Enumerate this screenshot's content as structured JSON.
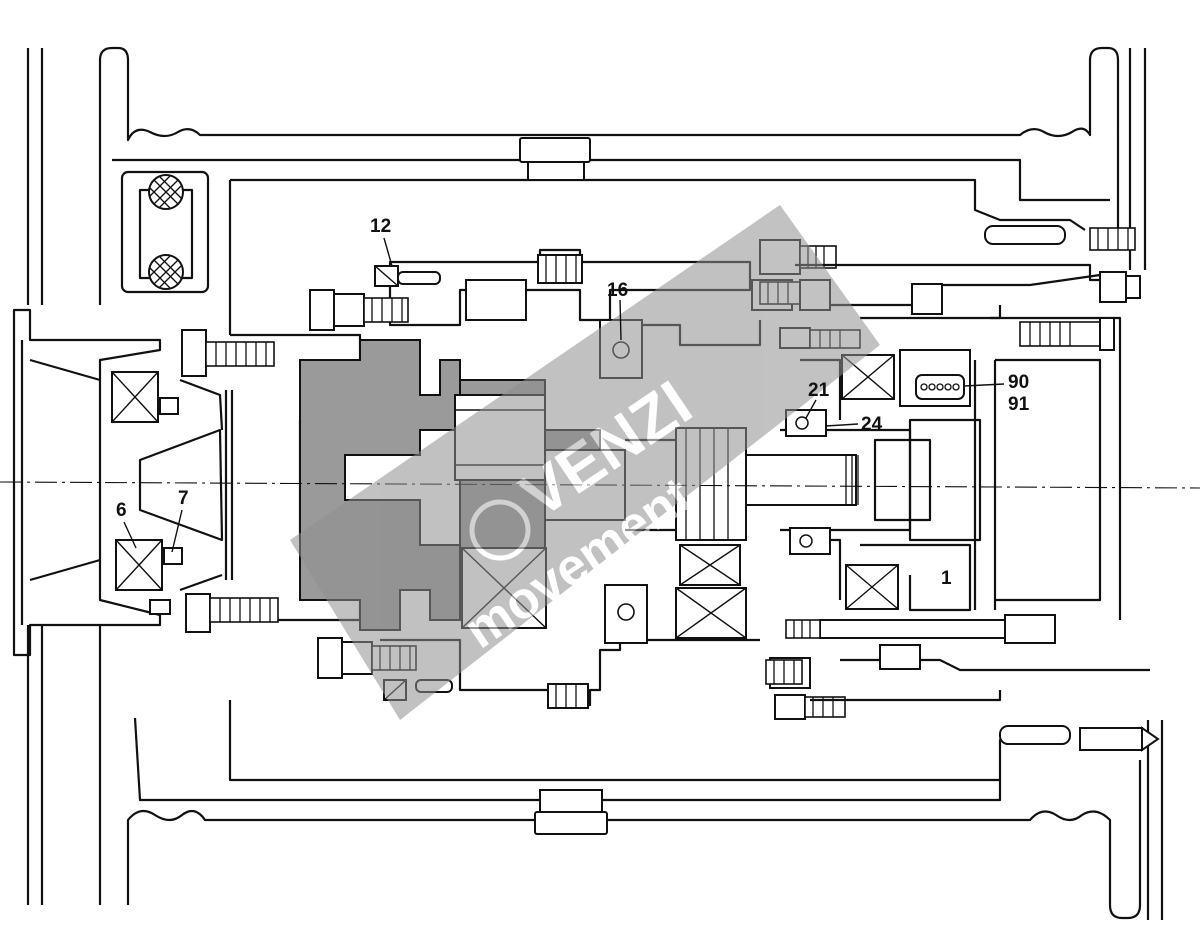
{
  "callouts": {
    "c12": "12",
    "c16": "16",
    "c21": "21",
    "c24": "24",
    "c90": "90",
    "c91": "91",
    "c6": "6",
    "c7": "7",
    "c1": "1"
  },
  "watermark": {
    "line1": "VENZI",
    "line2": "movement"
  },
  "colors": {
    "line": "#111111",
    "section_fill": "#9a9a9a",
    "watermark_band": "#8f8f8f",
    "background": "#ffffff"
  }
}
